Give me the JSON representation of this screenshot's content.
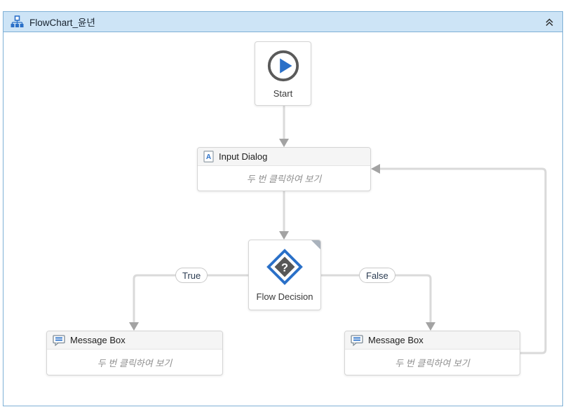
{
  "titlebar": {
    "title": "FlowChart_윤년"
  },
  "colors": {
    "titlebar_bg": "#cde4f6",
    "panel_border": "#7fb0d6",
    "accent_blue": "#2a70c8",
    "icon_gray": "#5a5a5a",
    "connector_line": "#dadada",
    "connector_arrow": "#a3a3a3",
    "node_border": "#d5d5d5",
    "header_bg": "#f5f5f5",
    "placeholder_text": "#909090"
  },
  "nodes": {
    "start": {
      "label": "Start"
    },
    "input_dialog": {
      "title": "Input Dialog",
      "placeholder": "두 번 클릭하여 보기"
    },
    "flow_decision": {
      "label": "Flow Decision"
    },
    "message_box_true": {
      "title": "Message Box",
      "placeholder": "두 번 클릭하여 보기"
    },
    "message_box_false": {
      "title": "Message Box",
      "placeholder": "두 번 클릭하여 보기"
    }
  },
  "branches": {
    "true_label": "True",
    "false_label": "False"
  }
}
